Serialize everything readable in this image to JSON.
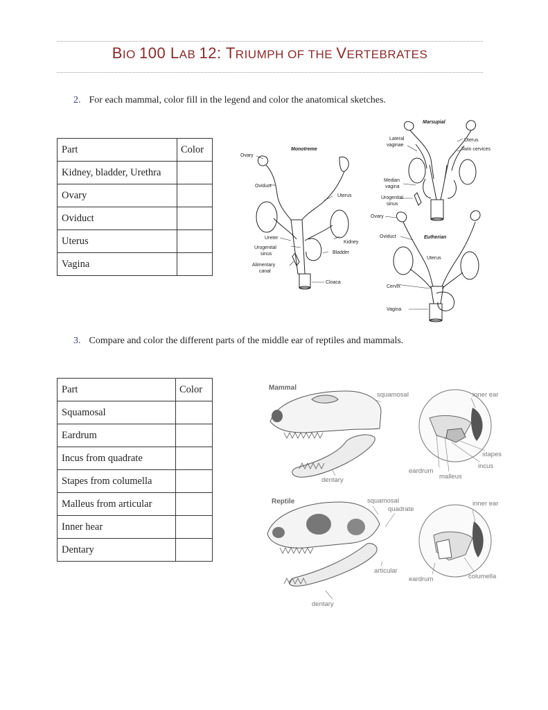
{
  "header": {
    "title_parts": [
      "B",
      "IO ",
      "100 ",
      "L",
      "AB ",
      "12: ",
      "T",
      "RIUMPH OF THE ",
      "V",
      "ERTEBRATES"
    ]
  },
  "question2": {
    "number": "2.",
    "text": "For each mammal, color fill in the legend and color the anatomical sketches.",
    "table": {
      "headers": [
        "Part",
        "Color"
      ],
      "rows": [
        "Kidney, bladder, Urethra",
        "Ovary",
        "Oviduct",
        "Uterus",
        "Vagina"
      ]
    },
    "diagram_labels": {
      "monotreme_title": "Monotreme",
      "ovary": "Ovary",
      "oviduct": "Oviduct",
      "uterus": "Uterus",
      "ureter": "Ureter",
      "urogenital_sinus_1": "Urogenital",
      "urogenital_sinus_2": "sinus",
      "alimentary_canal_1": "Alimentary",
      "alimentary_canal_2": "canal",
      "kidney": "Kidney",
      "bladder": "Bladder",
      "cloaca": "Cloaca",
      "marsupial_title": "Marsupial",
      "lateral_vaginae_1": "Lateral",
      "lateral_vaginae_2": "vaginae",
      "marsupial_uterus": "Uterus",
      "twin_cervices": "Twin cervices",
      "median_vagina_1": "Median",
      "median_vagina_2": "vagina",
      "m_urogenital_1": "Urogenital",
      "m_urogenital_2": "sinus",
      "eutherian_title": "Eutherian",
      "e_ovary": "Ovary",
      "e_oviduct": "Oviduct",
      "e_uterus": "Uterus",
      "cervix": "Cervix",
      "vagina": "Vagina"
    }
  },
  "question3": {
    "number": "3.",
    "text": "Compare and color the different parts of the middle ear of reptiles and mammals.",
    "table": {
      "headers": [
        "Part",
        "Color"
      ],
      "rows": [
        "Squamosal",
        "Eardrum",
        "Incus from quadrate",
        "Stapes from columella",
        "Malleus from articular",
        "Inner hear",
        "Dentary"
      ]
    },
    "diagram_labels": {
      "mammal": "Mammal",
      "m_squamosal": "squamosal",
      "m_inner_ear": "inner ear",
      "stapes": "stapes",
      "incus": "incus",
      "m_eardrum": "eardrum",
      "malleus": "malleus",
      "m_dentary": "dentary",
      "reptile": "Reptile",
      "r_squamosal": "squamosal",
      "quadrate": "quadrate",
      "r_inner_ear": "inner ear",
      "articular": "articular",
      "r_eardrum": "eardrum",
      "columella": "columella",
      "r_dentary": "dentary"
    }
  }
}
